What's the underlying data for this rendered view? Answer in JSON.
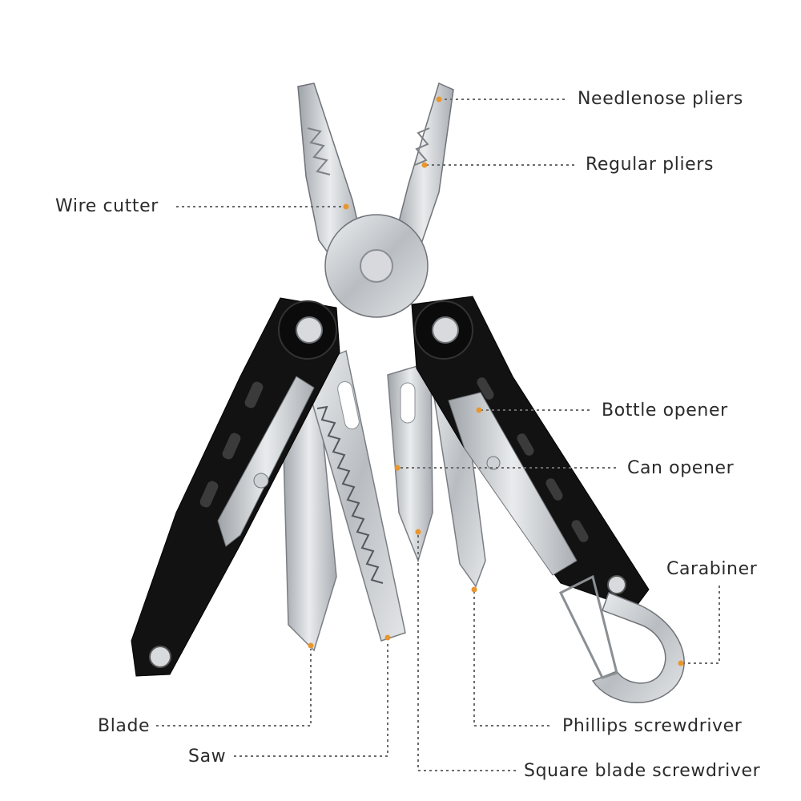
{
  "accent_color": "#e8962e",
  "handle_color": "#111111",
  "steel_color": "#c9cccf",
  "labels": {
    "needlenose": "Needlenose pliers",
    "regular": "Regular pliers",
    "wire_cutter": "Wire cutter",
    "bottle_opener": "Bottle opener",
    "can_opener": "Can opener",
    "carabiner": "Carabiner",
    "blade": "Blade",
    "saw": "Saw",
    "phillips": "Phillips screwdriver",
    "square": "Square blade screwdriver"
  }
}
